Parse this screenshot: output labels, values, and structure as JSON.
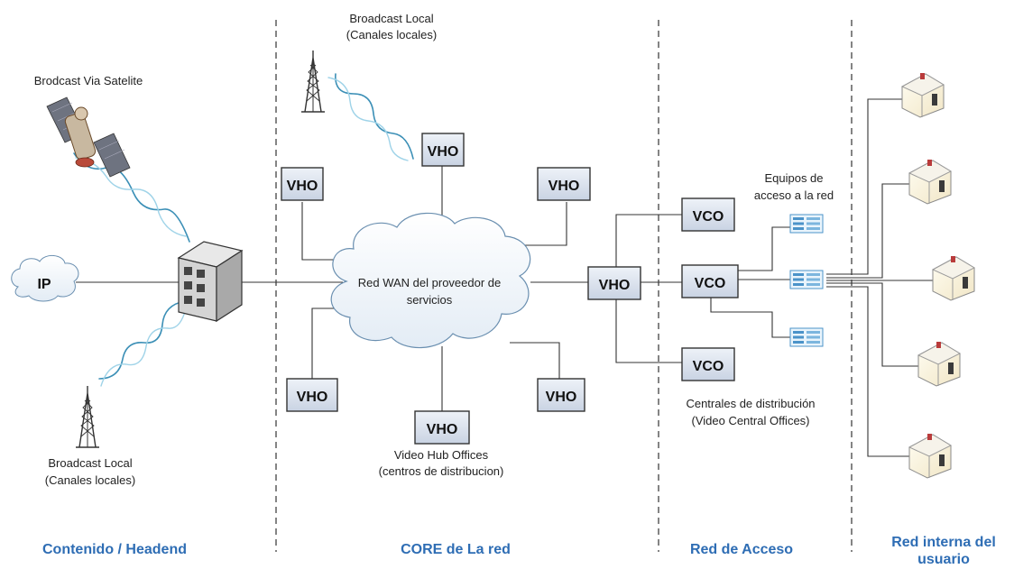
{
  "labels": {
    "broadcast_sat": "Brodcast Via Satelite",
    "broadcast_local_top_1": "Broadcast Local",
    "broadcast_local_top_2": "(Canales locales)",
    "broadcast_local_bottom_1": "Broadcast Local",
    "broadcast_local_bottom_2": "(Canales locales)",
    "ip": "IP",
    "wan_1": "Red WAN del proveedor de",
    "wan_2": "servicios",
    "vho": "VHO",
    "vco": "VCO",
    "vho_caption_1": "Video Hub Offices",
    "vho_caption_2": "(centros de distribucion)",
    "equip_1": "Equipos de",
    "equip_2": "acceso a la red",
    "central_1": "Centrales de distribución",
    "central_2": "(Video Central Offices)"
  },
  "sections": {
    "headend": "Contenido / Headend",
    "core": "CORE de La red",
    "access": "Red de Acceso",
    "user_1": "Red interna del",
    "user_2": "usuario"
  },
  "colors": {
    "section_text": "#2e6db4",
    "box_fill": "#dbe2ee",
    "signal": "#3b8fb6"
  }
}
